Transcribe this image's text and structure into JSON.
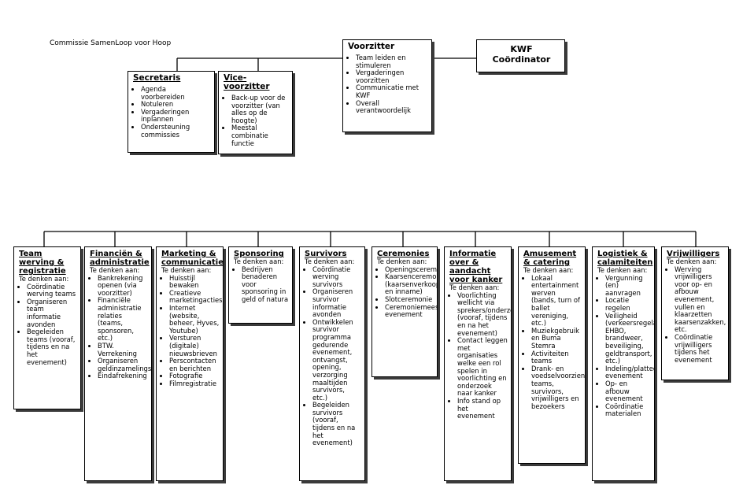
{
  "committee": "Commissie SamenLoop voor Hoop",
  "top": {
    "voorzitter": {
      "title": "Voorzitter",
      "items": [
        "Team leiden en stimuleren",
        "Vergaderingen voorzitten",
        "Communicatie met KWF",
        "Overall verantwoordelijk"
      ]
    },
    "kwf": {
      "line1": "KWF",
      "line2": "Coördinator"
    },
    "secretaris": {
      "title": "Secretaris",
      "items": [
        "Agenda voorbereiden",
        "Notuleren",
        "Vergaderingen inplannen",
        "Ondersteuning commissies"
      ]
    },
    "vicevoorzitter": {
      "title": "Vice-voorzitter",
      "items": [
        "Back-up voor de voorzitter (van alles op de hoogte)",
        "Meestal combinatie functie"
      ]
    }
  },
  "teams": [
    {
      "title": "Team werving & registratie",
      "subtitle": "Te denken aan:",
      "items": [
        "Coördinatie werving teams",
        "Organiseren team informatie avonden",
        "Begeleiden teams (vooraf, tijdens en na het evenement)"
      ]
    },
    {
      "title": "Financiën & administratie",
      "subtitle": "Te denken aan:",
      "items": [
        "Bankrekening openen (via voorzitter)",
        "Financiële administratie relaties (teams, sponsoren, etc.)",
        "BTW. Verrekening",
        "Organiseren geldinzamelingsavonden",
        "Eindafrekening"
      ]
    },
    {
      "title": "Marketing & communicatie",
      "subtitle": "Te denken aan:",
      "items": [
        "Huisstijl bewaken",
        "Creatieve marketingacties",
        "Internet (website, beheer, Hyves, Youtube)",
        "Versturen (digitale) nieuwsbrieven",
        "Perscontacten en berichten",
        "Fotografie",
        "Filmregistratie"
      ]
    },
    {
      "title": "Sponsoring",
      "subtitle": "Te denken aan:",
      "items": [
        "Bedrijven benaderen voor sponsoring in geld of natura"
      ]
    },
    {
      "title": "Survivors",
      "subtitle": "Te denken aan:",
      "items": [
        "Coördinatie werving survivors",
        "Organiseren survivor informatie avonden",
        "Ontwikkelen survivor programma gedurende evenement, ontvangst, opening, verzorging maaltijden survivors, etc.)",
        "Begeleiden survivors (vooraf, tijdens en na het evenement)"
      ]
    },
    {
      "title": "Ceremonies",
      "subtitle": "Te denken aan:",
      "items": [
        "Openingsceremonie",
        "Kaarsenceremonie (kaarsenverkoop en inname)",
        "Slotceremonie",
        "Ceremoniemeester evenement"
      ]
    },
    {
      "title": "Informatie over & aandacht voor kanker",
      "subtitle": "Te denken aan:",
      "items": [
        "Voorlichting wellicht via sprekers/onderzoekers (vooraf, tijdens en na het evenement)",
        "Contact leggen met organisaties welke een rol spelen in voorlichting en onderzoek naar kanker",
        "Info stand op het evenement"
      ]
    },
    {
      "title": "Amusement & catering",
      "subtitle": "Te denken aan:",
      "items": [
        "Lokaal entertainment werven (bands, turn of ballet vereniging, etc.)",
        "Muziekgebruik en Buma Stemra",
        "Activiteiten teams",
        "Drank- en voedselvoorziening teams, survivors, vrijwilligers en bezoekers"
      ]
    },
    {
      "title": "Logistiek & calamiteiten",
      "subtitle": "Te denken aan:",
      "items": [
        "Vergunning (en) aanvragen",
        "Locatie regelen",
        "Veiligheid (verkeersregelaars, EHBO, brandweer, beveiliging, geldtransport, etc.)",
        "Indeling/plattegrond evenement",
        "Op- en afbouw evenement",
        "Coördinatie materialen"
      ]
    },
    {
      "title": "Vrijwilligers",
      "subtitle": "Te denken aan:",
      "items": [
        "Werving vrijwilligers voor op- en afbouw evenement, vullen en klaarzetten kaarsenzakken, etc.",
        "Coördinatie vrijwilligers tijdens het evenement"
      ]
    }
  ]
}
